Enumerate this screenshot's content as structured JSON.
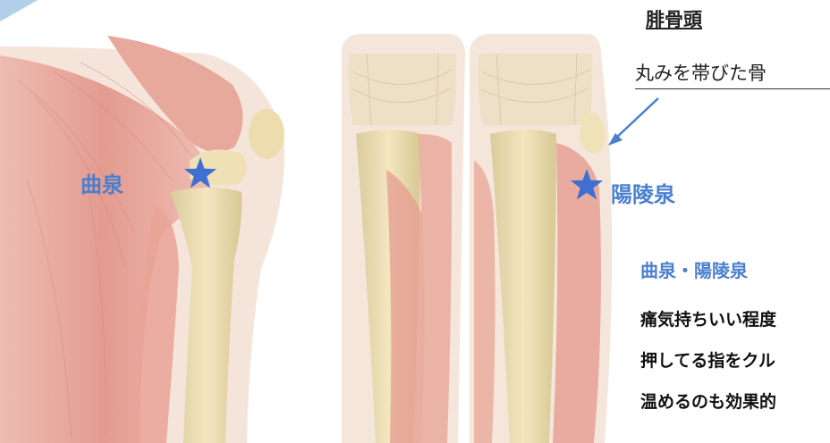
{
  "labels": {
    "title": "腓骨頭",
    "subtitle": "丸みを帯びた骨",
    "point_left": "曲泉",
    "point_right": "陽陵泉"
  },
  "summary": {
    "heading": "曲泉・陽陵泉",
    "lines": [
      "痛気持ちいい程度",
      "押してる指をクル",
      "温めるのも効果的"
    ]
  },
  "colors": {
    "accent": "#4a7fd0",
    "muscle": "#e8a79b",
    "bone": "#ecd9aa",
    "skin": "#f6e6dc"
  }
}
